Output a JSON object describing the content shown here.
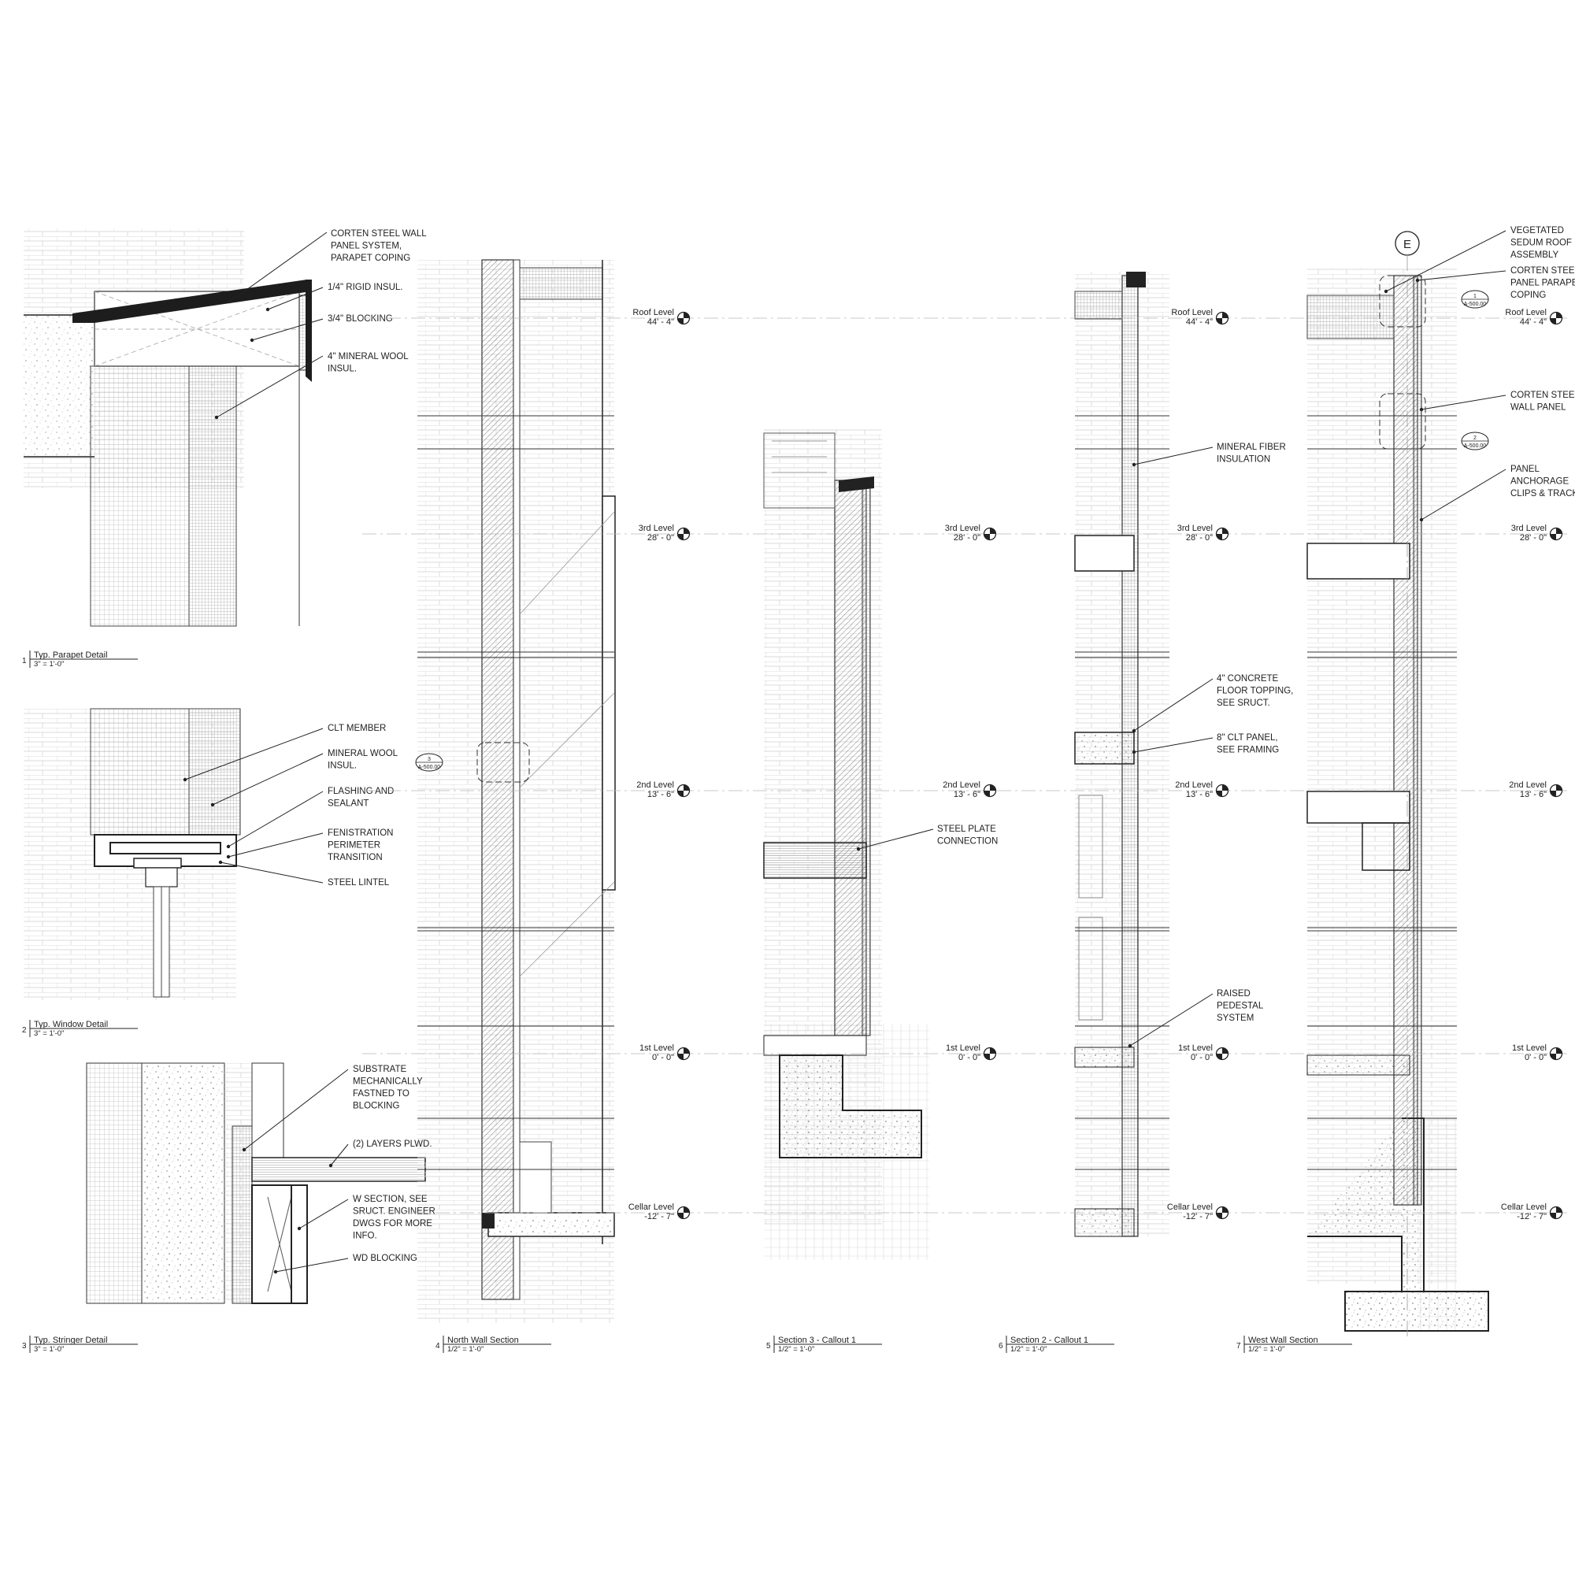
{
  "drawing_titles": [
    {
      "num": "1",
      "name": "Typ. Parapet Detail",
      "scale": "3\" = 1'-0\""
    },
    {
      "num": "2",
      "name": "Typ. Window Detail",
      "scale": "3\" = 1'-0\""
    },
    {
      "num": "3",
      "name": "Typ. Stringer Detail",
      "scale": "3\" = 1'-0\""
    },
    {
      "num": "4",
      "name": "North Wall Section",
      "scale": "1/2\" = 1'-0\""
    },
    {
      "num": "5",
      "name": "Section 3 - Callout 1",
      "scale": "1/2\" = 1'-0\""
    },
    {
      "num": "6",
      "name": "Section 2 - Callout 1",
      "scale": "1/2\" = 1'-0\""
    },
    {
      "num": "7",
      "name": "West Wall Section",
      "scale": "1/2\" = 1'-0\""
    }
  ],
  "notes": {
    "parapet": [
      [
        "CORTEN STEEL WALL",
        "PANEL SYSTEM,",
        "PARAPET COPING"
      ],
      [
        "1/4\" RIGID INSUL."
      ],
      [
        "3/4\" BLOCKING"
      ],
      [
        "4\" MINERAL WOOL",
        "INSUL."
      ]
    ],
    "window": [
      [
        "CLT MEMBER"
      ],
      [
        "MINERAL WOOL",
        "INSUL."
      ],
      [
        "FLASHING AND",
        "SEALANT"
      ],
      [
        "FENISTRATION",
        "PERIMETER",
        "TRANSITION"
      ],
      [
        "STEEL LINTEL"
      ]
    ],
    "stringer": [
      [
        "SUBSTRATE",
        "MECHANICALLY",
        "FASTNED TO",
        "BLOCKING"
      ],
      [
        "(2) LAYERS PLWD."
      ],
      [
        "W SECTION, SEE",
        "SRUCT. ENGINEER",
        "DWGS FOR MORE",
        "INFO."
      ],
      [
        "WD BLOCKING"
      ]
    ],
    "section5": [
      [
        "STEEL PLATE",
        "CONNECTION"
      ]
    ],
    "section6": [
      [
        "MINERAL FIBER",
        "INSULATION"
      ],
      [
        "4\" CONCRETE",
        "FLOOR TOPPING,",
        "SEE SRUCT."
      ],
      [
        "8\" CLT PANEL,",
        "SEE FRAMING"
      ],
      [
        "RAISED",
        "PEDESTAL",
        "SYSTEM"
      ]
    ],
    "section7": [
      [
        "VEGETATED",
        "SEDUM ROOF",
        "ASSEMBLY"
      ],
      [
        "CORTEN STEEL",
        "PANEL PARAPET",
        "COPING"
      ],
      [
        "CORTEN STEEL",
        "WALL PANEL"
      ],
      [
        "PANEL",
        "ANCHORAGE",
        "CLIPS  & TRACK"
      ]
    ]
  },
  "levels": [
    {
      "name": "Roof Level",
      "elev": "44' - 4\""
    },
    {
      "name": "3rd Level",
      "elev": "28' - 0\""
    },
    {
      "name": "2nd Level",
      "elev": "13' - 6\""
    },
    {
      "name": "1st Level",
      "elev": "0' - 0\""
    },
    {
      "name": "Cellar Level",
      "elev": "-12' - 7\""
    }
  ],
  "callout_tags": [
    {
      "num": "3",
      "sheet": "A-500.00"
    },
    {
      "num": "1",
      "sheet": "A-500.00"
    },
    {
      "num": "2",
      "sheet": "A-500.00"
    }
  ],
  "grid_bubble": "E"
}
